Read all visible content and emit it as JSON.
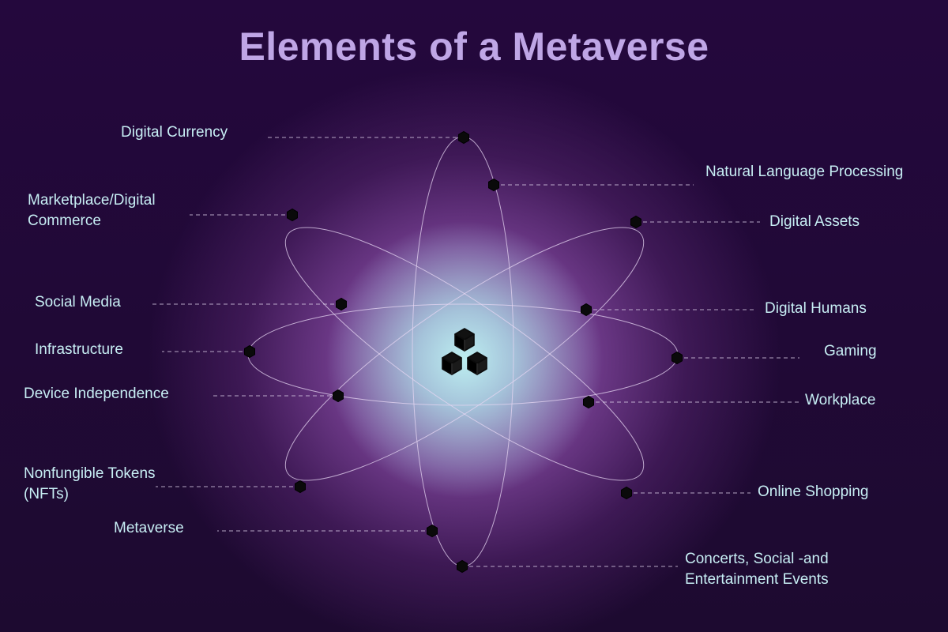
{
  "title": "Elements of a Metaverse",
  "center_icon": "cubes-icon",
  "colors": {
    "title": "#bfa6e6",
    "label": "#c7eef4",
    "background": "#1e0a2e",
    "glow": "#bceef0",
    "node": "#0a0a0a"
  },
  "elements": [
    "Digital Currency",
    "Natural Language Processing",
    "Marketplace/Digital\nCommerce",
    "Digital Assets",
    "Social Media",
    "Digital Humans",
    "Infrastructure",
    "Gaming",
    "Device Independence",
    "Workplace",
    "Nonfungible Tokens\n(NFTs)",
    "Online Shopping",
    "Metaverse",
    "Concerts, Social -and\nEntertainment Events"
  ]
}
